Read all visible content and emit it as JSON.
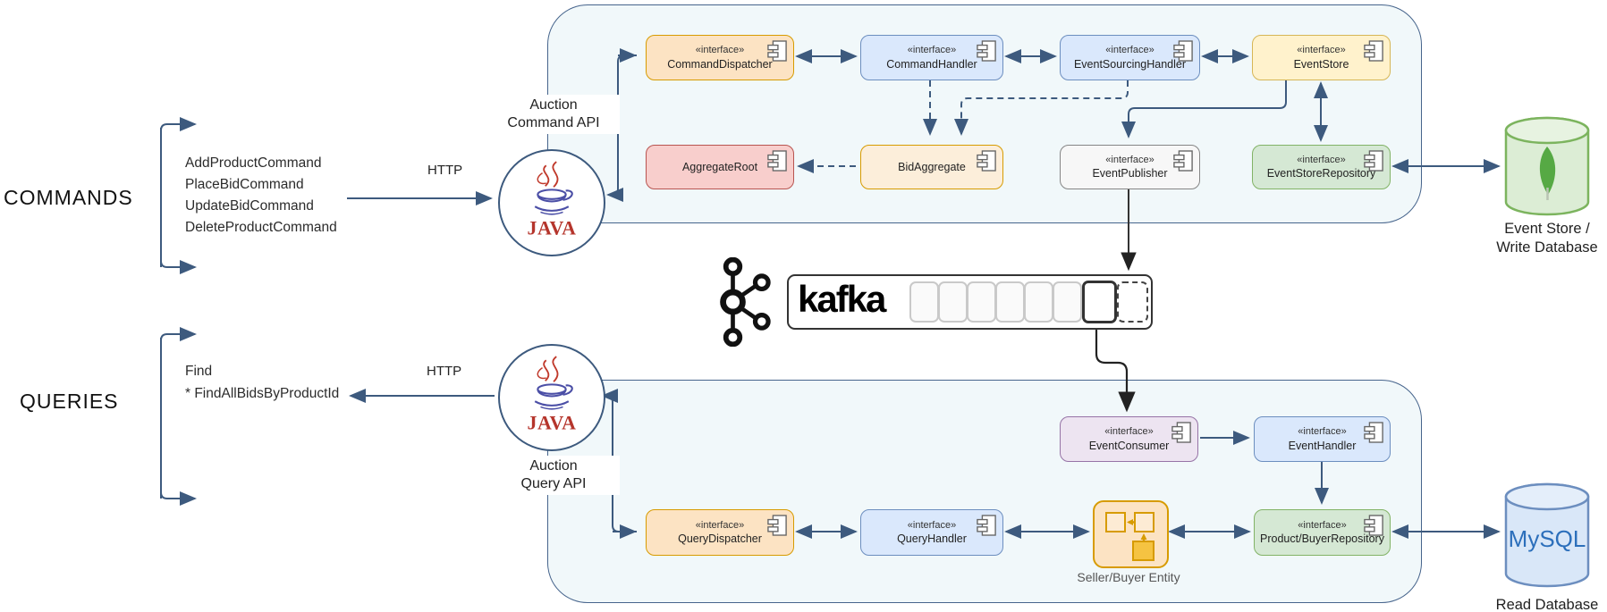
{
  "diagram": {
    "commands": {
      "title": "COMMANDS",
      "http": "HTTP",
      "items": [
        "AddProductCommand",
        "PlaceBidCommand",
        "UpdateBidCommand",
        "DeleteProductCommand"
      ]
    },
    "queries": {
      "title": "QUERIES",
      "http": "HTTP",
      "items": [
        "Find",
        "* FindAllBidsByProductId"
      ]
    },
    "command_api": {
      "line1": "Auction",
      "line2": "Command API",
      "logo_text": "JAVA"
    },
    "query_api": {
      "line1": "Auction",
      "line2": "Query API",
      "logo_text": "JAVA"
    },
    "components": {
      "command_dispatcher": {
        "stereotype": "«interface»",
        "name": "CommandDispatcher"
      },
      "command_handler": {
        "stereotype": "«interface»",
        "name": "CommandHandler"
      },
      "event_sourcing_handler": {
        "stereotype": "«interface»",
        "name": "EventSourcingHandler"
      },
      "event_store": {
        "stereotype": "«interface»",
        "name": "EventStore"
      },
      "aggregate_root": {
        "name": "AggregateRoot"
      },
      "bid_aggregate": {
        "name": "BidAggregate"
      },
      "event_publisher": {
        "stereotype": "«interface»",
        "name": "EventPublisher"
      },
      "event_store_repository": {
        "stereotype": "«interface»",
        "name": "EventStoreRepository"
      },
      "event_consumer": {
        "stereotype": "«interface»",
        "name": "EventConsumer"
      },
      "event_handler": {
        "stereotype": "«interface»",
        "name": "EventHandler"
      },
      "query_dispatcher": {
        "stereotype": "«interface»",
        "name": "QueryDispatcher"
      },
      "query_handler": {
        "stereotype": "«interface»",
        "name": "QueryHandler"
      },
      "product_buyer_repository": {
        "stereotype": "«interface»",
        "name": "Product/BuyerRepository"
      },
      "seller_buyer_entity": {
        "label": "Seller/Buyer Entity"
      }
    },
    "kafka": {
      "wordmark": "kafka"
    },
    "write_db": {
      "line1": "Event Store /",
      "line2": "Write Database"
    },
    "read_db": {
      "name": "MySQL",
      "label": "Read Database"
    },
    "colors": {
      "connector": "#3D5A7E",
      "container_fill": "#F1F8FA",
      "container_border": "#46648C",
      "orange_fill": "#FCE3C3",
      "orange_border": "#D79B00",
      "blue_fill": "#DAE8FC",
      "blue_border": "#6C8EBF",
      "yellow_fill": "#FFF2CC",
      "yellow_border": "#D6B656",
      "pink_fill": "#F8CECC",
      "pink_border": "#B85450",
      "green_fill": "#D5E8D4",
      "green_border": "#82B366",
      "purple_fill": "#EDE4F1",
      "purple_border": "#9673A6",
      "mongo_green": "#56A944",
      "mysql_blue": "#2C6FBB",
      "kafka_black": "#000000",
      "java_red": "#B5352C",
      "java_blue": "#4B4FA6"
    }
  }
}
